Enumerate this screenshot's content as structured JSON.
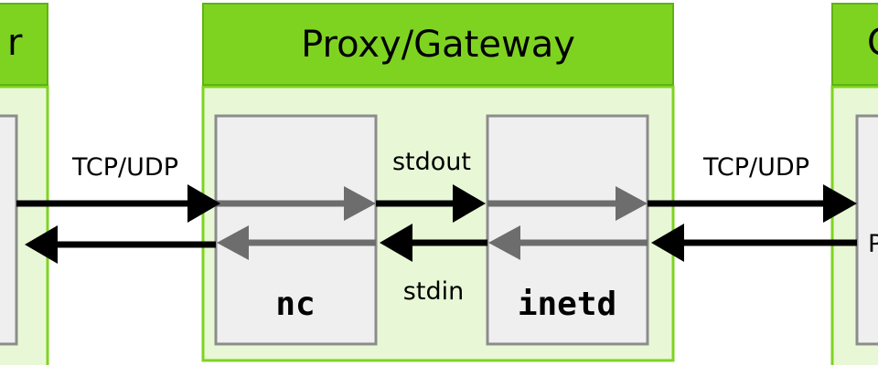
{
  "colors": {
    "header_fill": "#7ed321",
    "panel_fill": "#e8f8d6",
    "panel_border": "#7ed321",
    "process_fill": "#efefef",
    "process_border": "#8c8c8c",
    "arrow_black": "#000000",
    "arrow_gray": "#6d6d6d"
  },
  "left_box": {
    "title_fragment": "r"
  },
  "gateway": {
    "title": "Proxy/Gateway",
    "process_left": {
      "label": "nc"
    },
    "process_right": {
      "label": "inetd"
    }
  },
  "right_box": {
    "title_fragment": "C",
    "side_label_fragment": "P"
  },
  "labels": {
    "left_protocol": "TCP/UDP",
    "right_protocol": "TCP/UDP",
    "stdout": "stdout",
    "stdin": "stdin"
  }
}
